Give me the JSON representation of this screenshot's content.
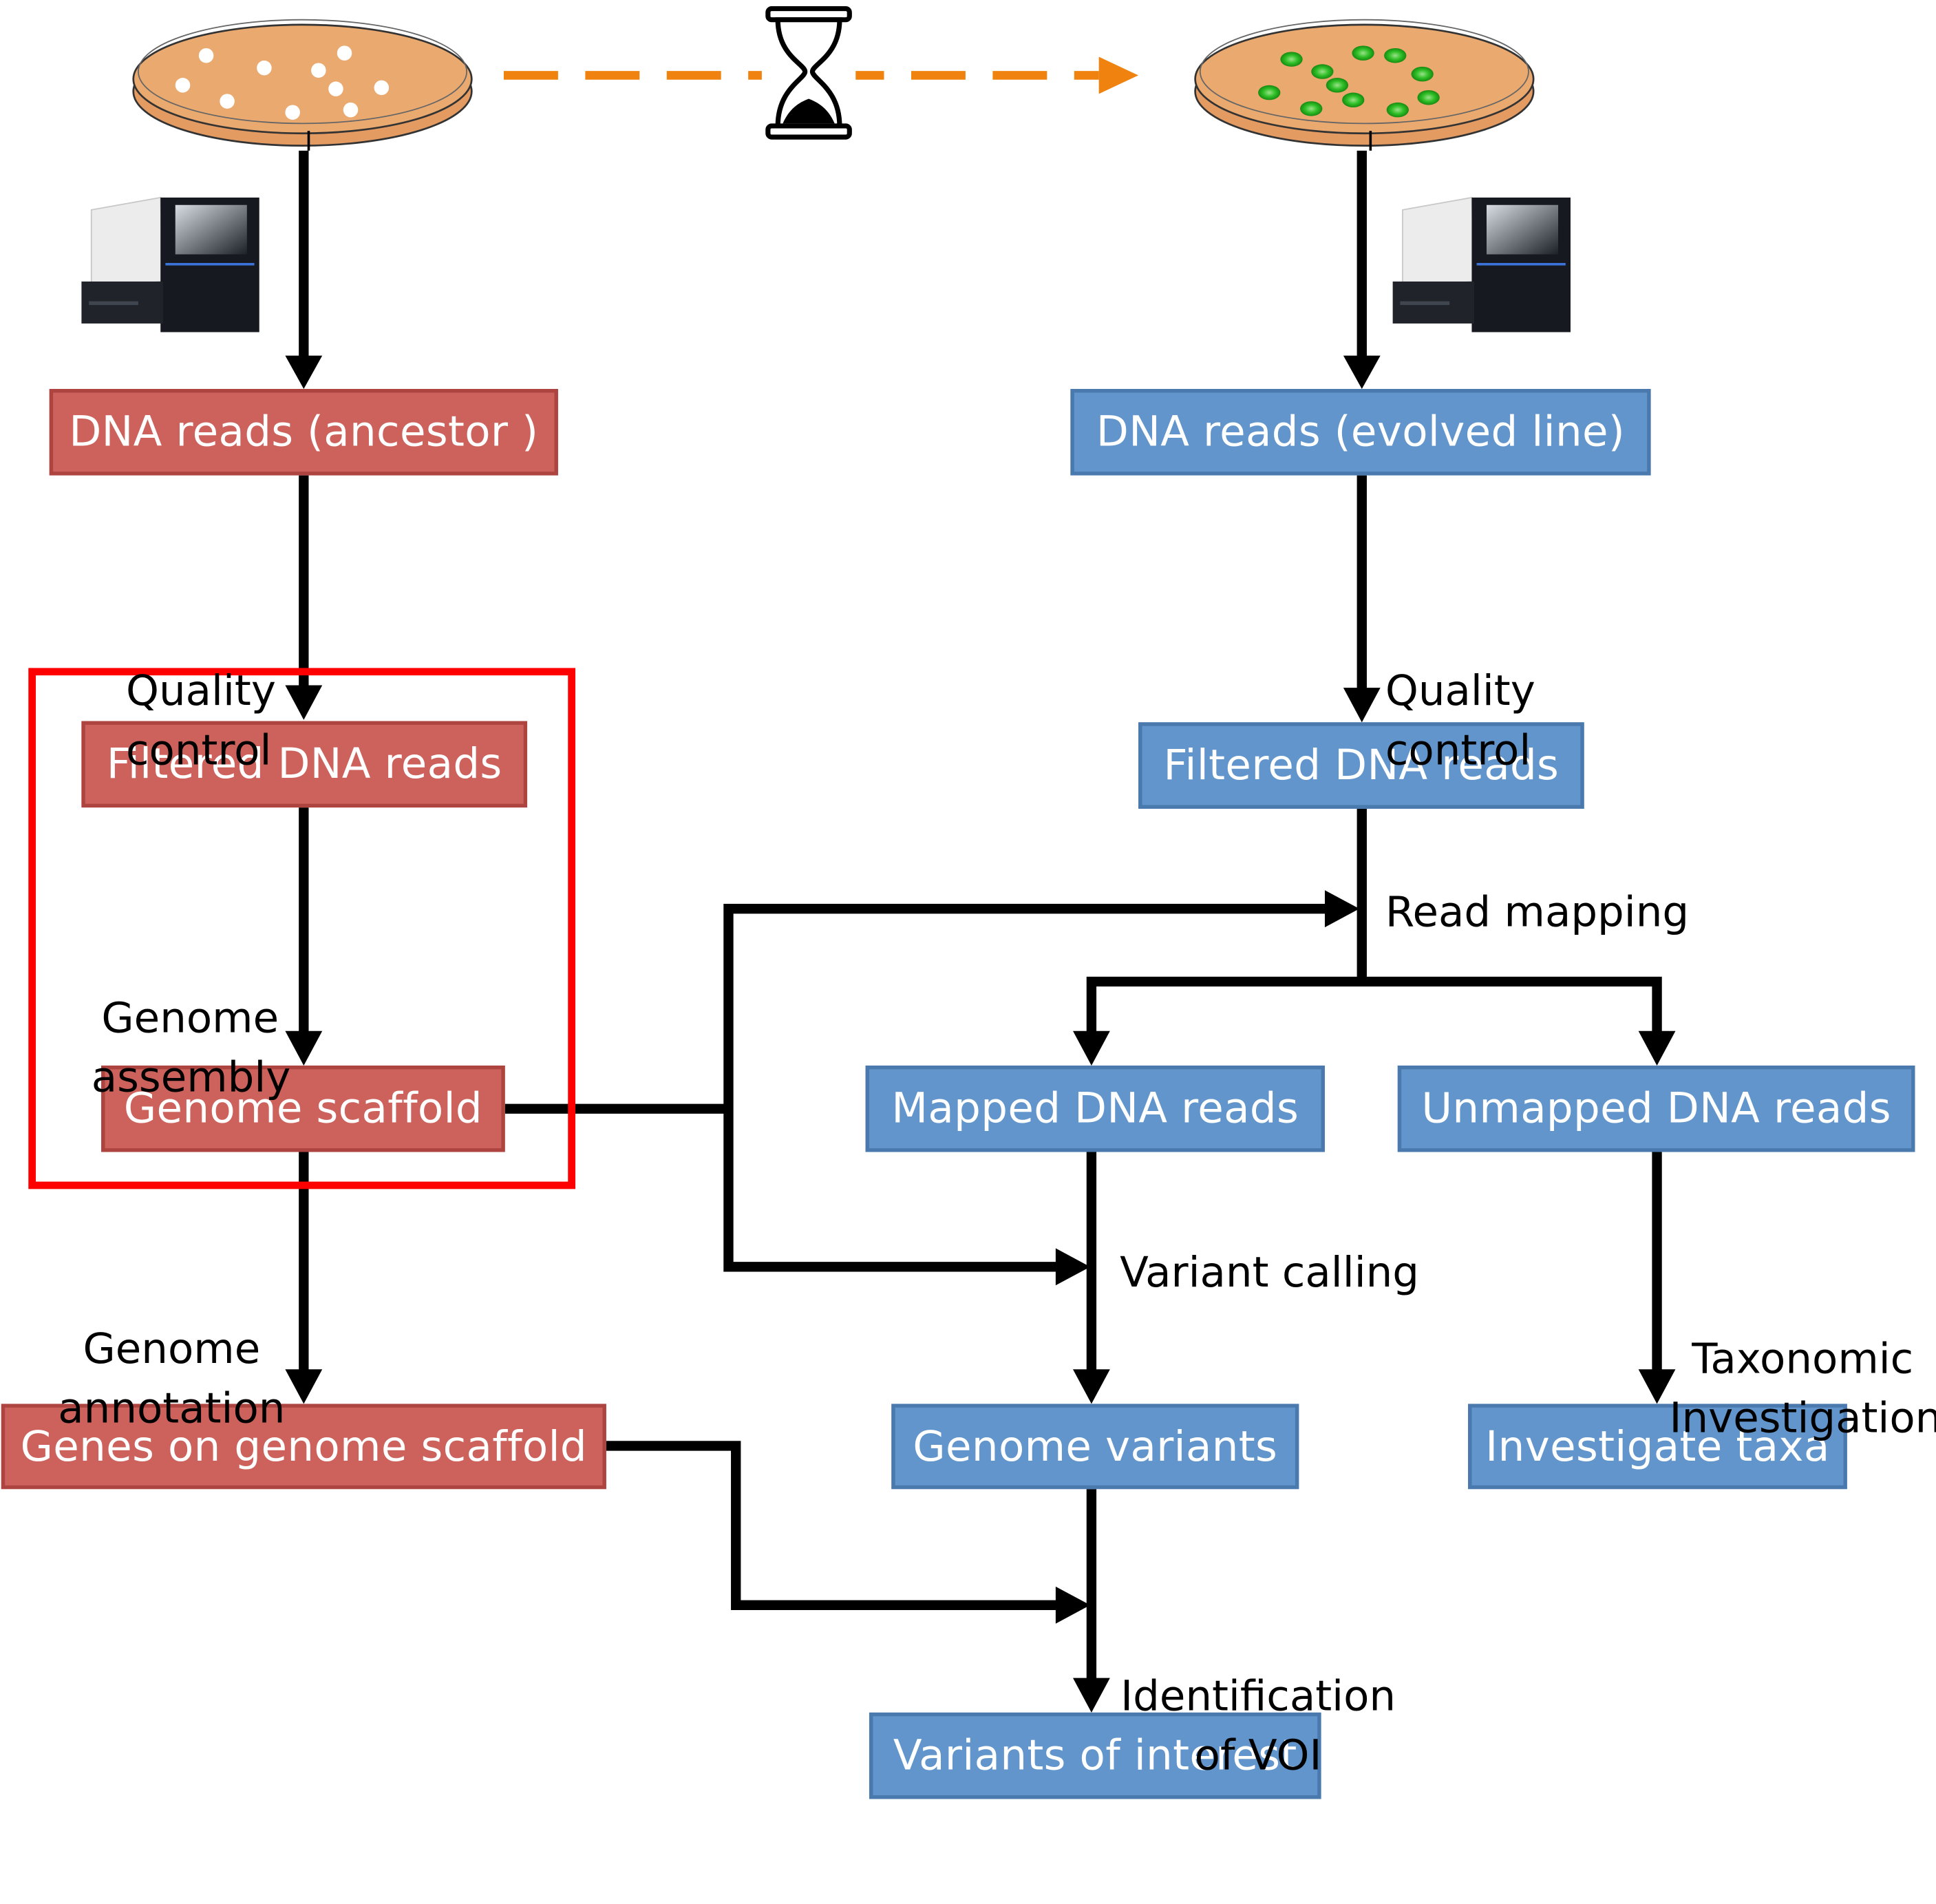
{
  "colors": {
    "ancestor_box": "#cd625c",
    "evolved_box": "#6195cc",
    "highlight": "#ff0000",
    "time_arrow": "#f0830f",
    "arrow": "#000000",
    "plate_agar": "#e9a66e",
    "ancestor_colony": "#ffffff",
    "evolved_colony": "#22b41c"
  },
  "icons": {
    "ancestor_plate": "petri-dish-white-colonies",
    "evolved_plate": "petri-dish-green-colonies",
    "hourglass": "hourglass-icon",
    "sequencer": "sequencer-machine"
  },
  "ancestor": {
    "dna_reads": "DNA reads (ancestor )",
    "filtered": "Filtered DNA reads",
    "scaffold": "Genome scaffold",
    "genes": "Genes on genome scaffold",
    "qc_line1": "Quality",
    "qc_line2": "control",
    "assembly_line1": "Genome",
    "assembly_line2": "assembly",
    "annotation_line1": "Genome",
    "annotation_line2": "annotation"
  },
  "evolved": {
    "dna_reads": "DNA reads (evolved  line)",
    "filtered": "Filtered DNA reads",
    "mapped": "Mapped DNA reads",
    "unmapped": "Unmapped DNA reads",
    "variants": "Genome variants",
    "taxa": "Investigate taxa",
    "voi": "Variants of interest",
    "qc_line1": "Quality",
    "qc_line2": "control",
    "read_mapping": "Read mapping",
    "variant_calling": "Variant calling",
    "taxonomic_line1": "Taxonomic",
    "taxonomic_line2": "Investigation",
    "identification_line1": "Identification",
    "identification_line2": "of VOI"
  }
}
